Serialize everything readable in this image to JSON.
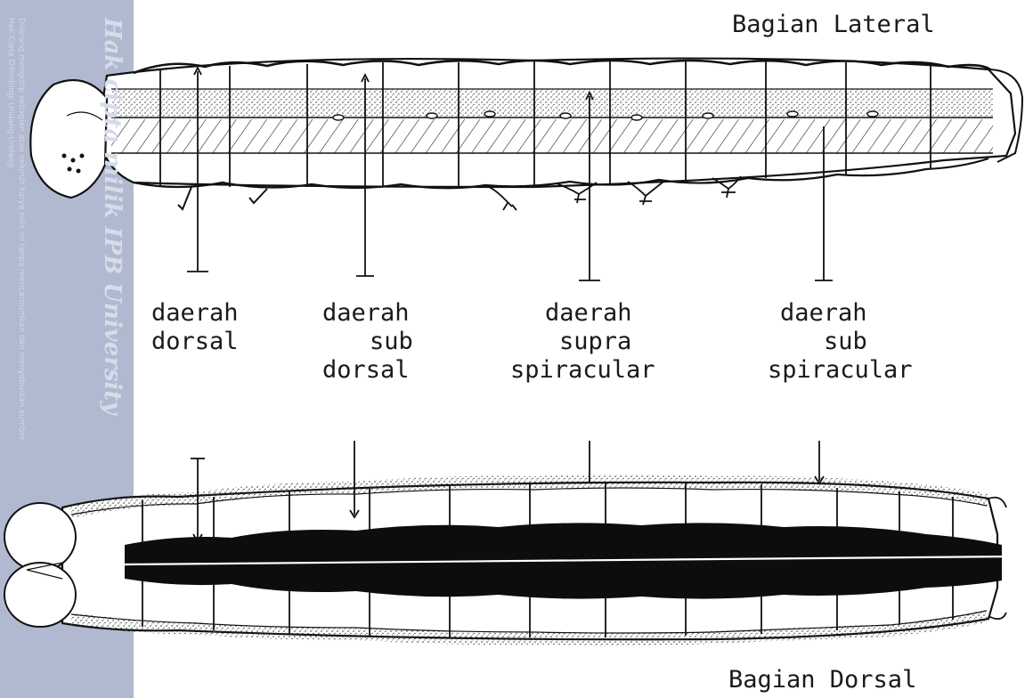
{
  "titles": {
    "lateral": "Bagian Lateral",
    "dorsal": "Bagian Dorsal"
  },
  "labels": [
    {
      "line1": "daerah",
      "line2": "dorsal",
      "line3": ""
    },
    {
      "line1": "daerah",
      "line2": "sub",
      "line3": "dorsal"
    },
    {
      "line1": "daerah",
      "line2": "supra",
      "line3": "spiracular"
    },
    {
      "line1": "daerah",
      "line2": "sub",
      "line3": "spiracular"
    }
  ],
  "watermark": {
    "text": "Hak cipta milik IPB University",
    "line1": "Hak Cipta Dilindungi Undang-Undang",
    "line2": "Dilarang mengutip sebagian atau seluruh karya tulis ini tanpa mencantumkan dan menyebutkan sumber"
  },
  "colors": {
    "ink": "#1a1a1a",
    "sidebar": "#a9b1cc",
    "watermark": "#d6dce8"
  }
}
